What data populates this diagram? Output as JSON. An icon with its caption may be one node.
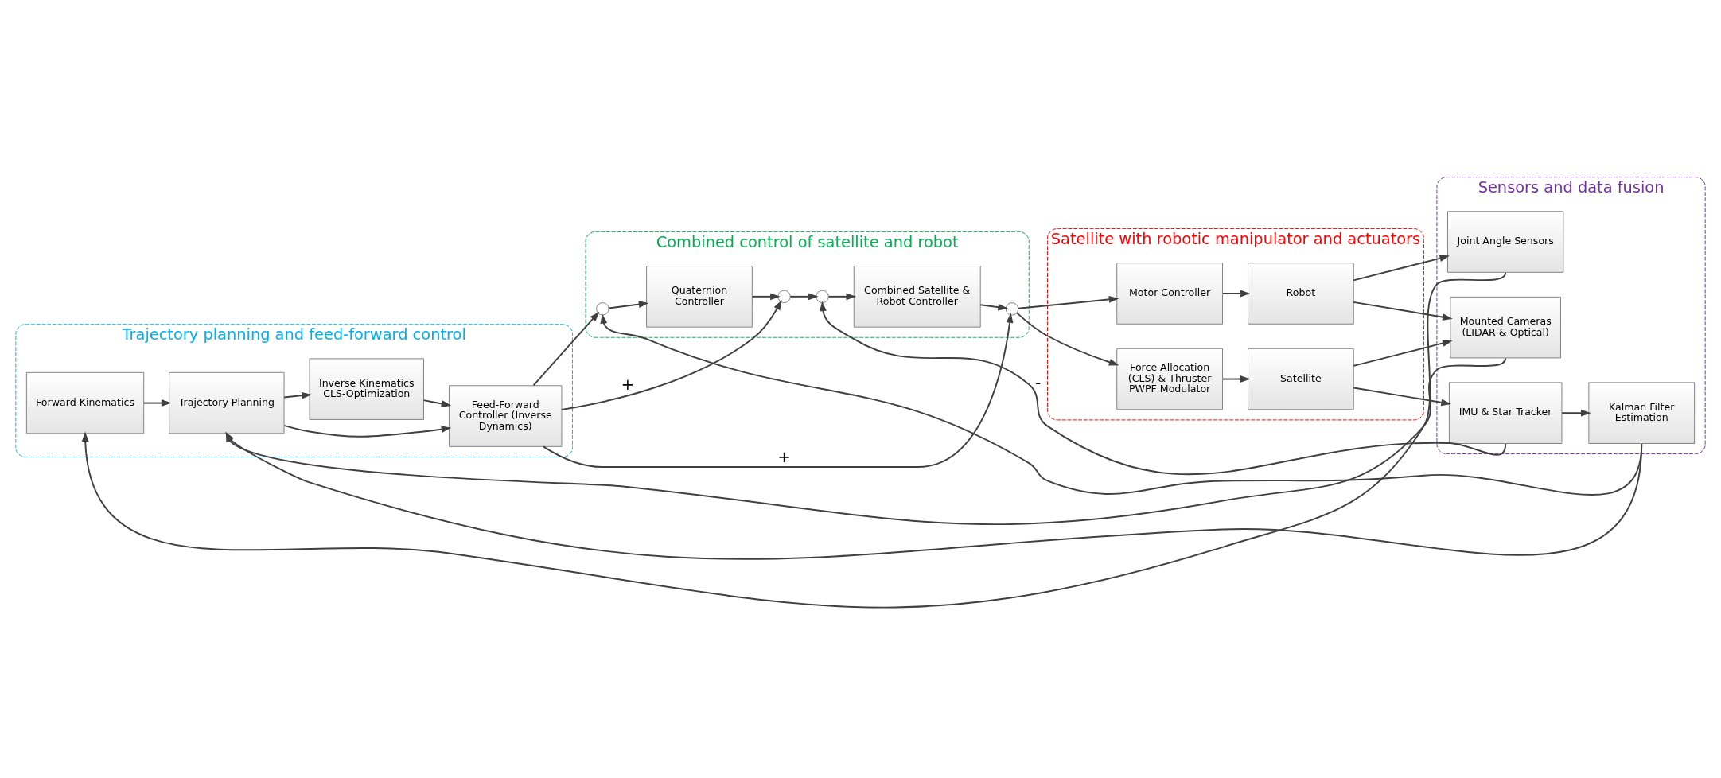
{
  "diagram": {
    "nodes": [
      {
        "text": [
          "Trajectory planning and feed-forward control"
        ]
      },
      {
        "text": [
          "Combined control of satellite and robot"
        ]
      },
      {
        "text": [
          "Satellite with robotic manipulator and actuators"
        ]
      },
      {
        "text": [
          "Sensors and data fusion"
        ]
      },
      {
        "text": [
          "Forward Kinematics"
        ],
        "in": 0
      },
      {
        "text": [
          "Trajectory Planning"
        ],
        "in": 0
      },
      {
        "text": [
          "Feed-Forward Controller (Inverse Dynamics)"
        ],
        "in": 0
      },
      {
        "text": [
          "Inverse Kinematics CLS-Optimization"
        ],
        "in": 0
      },
      {
        "text": [],
        "shape": "circle",
        "in": 1
      },
      {
        "text": [
          "Quaternion Controller"
        ],
        "in": 1
      },
      {
        "text": [],
        "shape": "circle",
        "in": 1
      },
      {
        "text": [],
        "shape": "circle",
        "in": 1
      },
      {
        "text": [
          "Combined Satellite & Robot Controller"
        ],
        "in": 1
      },
      {
        "text": [],
        "shape": "circle",
        "in": 1
      },
      {
        "text": [
          "Motor Controller"
        ],
        "in": 2
      },
      {
        "text": [
          "Robot"
        ],
        "in": 2
      },
      {
        "text": [
          "Force Allocation (CLS) & Thruster PWPF Modulator"
        ],
        "in": 2
      },
      {
        "text": [
          "Satellite"
        ],
        "in": 2
      },
      {
        "text": [
          "Joint Angle Sensors"
        ],
        "in": 3
      },
      {
        "text": [
          "Mounted Cameras (LIDAR & Optical)"
        ],
        "in": 3
      },
      {
        "text": [
          "IMU & Star Tracker"
        ],
        "in": 3
      },
      {
        "text": [
          "Kalman Filter Estimation"
        ],
        "in": 3
      }
    ],
    "edges": [
      {
        "from": 4,
        "to": 5,
        "arrow": "to"
      },
      {
        "from": 5,
        "to": 6,
        "arrow": "to"
      },
      {
        "from": 5,
        "to": 7,
        "arrow": "to"
      },
      {
        "from": 7,
        "to": 6,
        "arrow": "to"
      },
      {
        "from": 6,
        "to": 8,
        "arrow": "to"
      },
      {
        "from": 6,
        "to": 10,
        "arrow": "to",
        "label": "+"
      },
      {
        "from": 6,
        "to": 13,
        "arrow": "to",
        "label": "+"
      },
      {
        "from": 8,
        "to": 9,
        "arrow": "to"
      },
      {
        "from": 9,
        "to": 10,
        "arrow": "to"
      },
      {
        "from": 10,
        "to": 11,
        "arrow": "to"
      },
      {
        "from": 11,
        "to": 12,
        "arrow": "to"
      },
      {
        "from": 12,
        "to": 13,
        "arrow": "to"
      },
      {
        "from": 13,
        "to": 14,
        "arrow": "to"
      },
      {
        "from": 13,
        "to": 16,
        "arrow": "to"
      },
      {
        "from": 14,
        "to": 15,
        "arrow": "to"
      },
      {
        "from": 16,
        "to": 17,
        "arrow": "to"
      },
      {
        "from": 15,
        "to": 18,
        "arrow": "to"
      },
      {
        "from": 15,
        "to": 19,
        "arrow": "to"
      },
      {
        "from": 17,
        "to": 19,
        "arrow": "to"
      },
      {
        "from": 17,
        "to": 20,
        "arrow": "to"
      },
      {
        "from": 18,
        "to": 4,
        "arrow": "to"
      },
      {
        "from": 20,
        "to": 11,
        "arrow": "to",
        "label": "-"
      },
      {
        "from": 20,
        "to": 21,
        "arrow": "to"
      },
      {
        "from": 21,
        "to": 8,
        "arrow": "to"
      },
      {
        "from": 21,
        "to": 5,
        "arrow": "to"
      },
      {
        "from": 19,
        "to": 5,
        "arrow": "to"
      }
    ]
  }
}
